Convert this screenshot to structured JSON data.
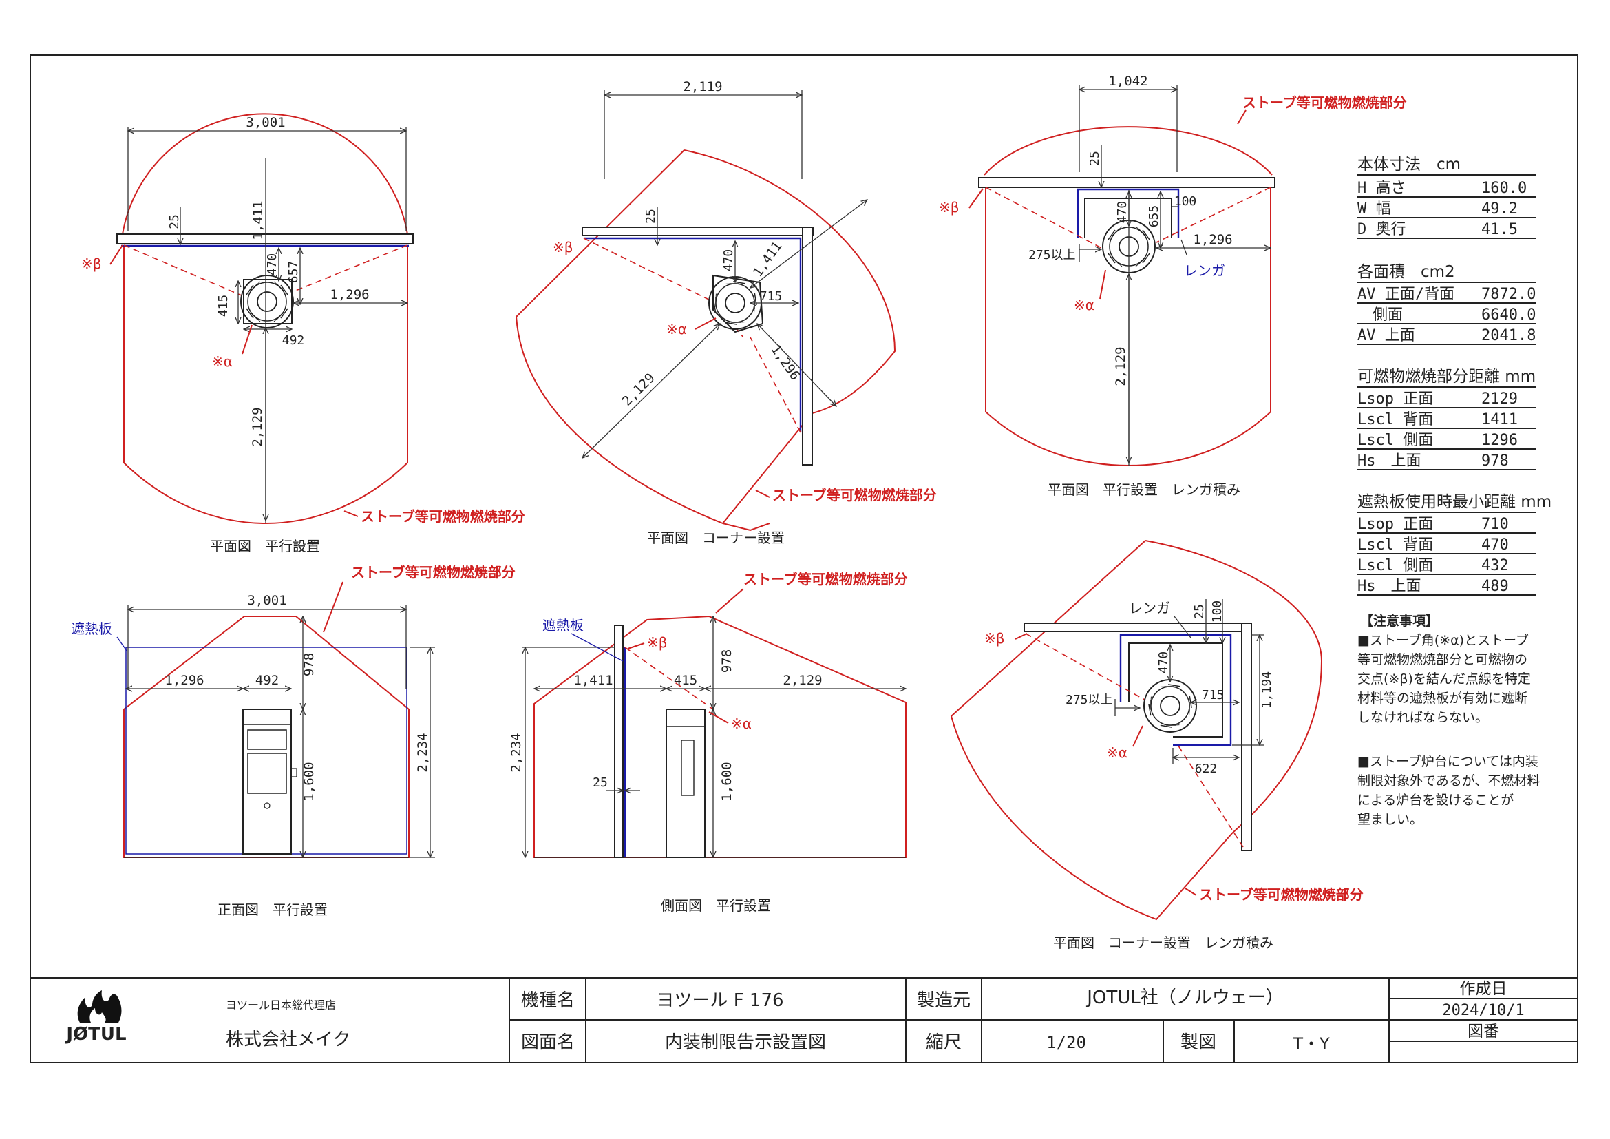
{
  "views": {
    "plan_parallel": {
      "caption": "平面図　平行設置",
      "width": "3,001",
      "back": "1,411",
      "front": "2,129",
      "side": "1,296",
      "d25": "25",
      "d470": "470",
      "d657": "657",
      "d415": "415",
      "d492": "492"
    },
    "plan_corner": {
      "caption": "平面図　コーナー設置",
      "width": "2,119",
      "back": "1,411",
      "front": "2,129",
      "side": "1,296",
      "d25": "25",
      "d470": "470",
      "d715": "715"
    },
    "plan_parallel_brick": {
      "caption": "平面図　平行設置　レンガ積み",
      "width": "1,042",
      "d25": "25",
      "d470": "470",
      "d655": "655",
      "d100": "100",
      "side": "1,296",
      "min": "275以上",
      "front": "2,129",
      "brick": "レンガ"
    },
    "front_view": {
      "caption": "正面図　平行設置",
      "width": "3,001",
      "left": "1,296",
      "body_w": "492",
      "top": "978",
      "height": "1,600",
      "total": "2,234",
      "shield": "遮熱板"
    },
    "side_view": {
      "caption": "側面図　平行設置",
      "back": "1,411",
      "depth": "415",
      "front": "2,129",
      "top": "978",
      "height": "1,600",
      "total": "2,234",
      "d25": "25",
      "shield": "遮熱板"
    },
    "plan_corner_brick": {
      "caption": "平面図　コーナー設置　レンガ積み",
      "brick": "レンガ",
      "d25": "25",
      "d100": "100",
      "d470": "470",
      "d715": "715",
      "min": "275以上",
      "d1194": "1,194",
      "d622": "622"
    }
  },
  "labels": {
    "combustible_zone": "ストーブ等可燃物燃焼部分",
    "alpha": "※α",
    "beta": "※β"
  },
  "specs": {
    "body": {
      "title": "本体寸法　cm",
      "rows": [
        {
          "label": "H 高さ",
          "value": "160.0"
        },
        {
          "label": "W 幅",
          "value": "49.2"
        },
        {
          "label": "D 奥行",
          "value": "41.5"
        }
      ]
    },
    "area": {
      "title": "各面積　cm2",
      "rows": [
        {
          "label": "AV 正面/背面",
          "value": "7872.0"
        },
        {
          "label": "　側面",
          "value": "6640.0"
        },
        {
          "label": "AV 上面",
          "value": "2041.8"
        }
      ]
    },
    "distance": {
      "title": "可燃物燃焼部分距離 mm",
      "rows": [
        {
          "label": "Lsop 正面",
          "value": "2129"
        },
        {
          "label": "Lscl 背面",
          "value": "1411"
        },
        {
          "label": "Lscl 側面",
          "value": "1296"
        },
        {
          "label": "Hs　上面",
          "value": "978"
        }
      ]
    },
    "shield_min": {
      "title": "遮熱板使用時最小距離 mm",
      "rows": [
        {
          "label": "Lsop 正面",
          "value": "710"
        },
        {
          "label": "Lscl 背面",
          "value": "470"
        },
        {
          "label": "Lscl 側面",
          "value": "432"
        },
        {
          "label": "Hs　上面",
          "value": "489"
        }
      ]
    }
  },
  "notes": {
    "title": "【注意事項】",
    "lines": [
      "■ストーブ角(※α)とストーブ",
      "等可燃物燃焼部分と可燃物の",
      "交点(※β)を結んだ点線を特定",
      "材料等の遮熱板が有効に遮断",
      "しなければならない。",
      "",
      "■ストーブ炉台については内装",
      "制限対象外であるが、不燃材料",
      "による炉台を設けることが",
      "望ましい。"
    ]
  },
  "title_block": {
    "brand": "JØTUL",
    "agent": "ヨツール日本総代理店",
    "company": "株式会社メイク",
    "model_label": "機種名",
    "model": "ヨツール F 176",
    "maker_label": "製造元",
    "maker": "JOTUL社（ノルウェー）",
    "created_label": "作成日",
    "created": "2024/10/1",
    "drawing_label": "図面名",
    "drawing": "内装制限告示設置図",
    "scale_label": "縮尺",
    "scale": "1/20",
    "drafter_label": "製図",
    "drafter": "T・Y",
    "number_label": "図番"
  },
  "colors": {
    "zone": "#d02020",
    "shield": "#1a1aa8",
    "line": "#222222"
  }
}
